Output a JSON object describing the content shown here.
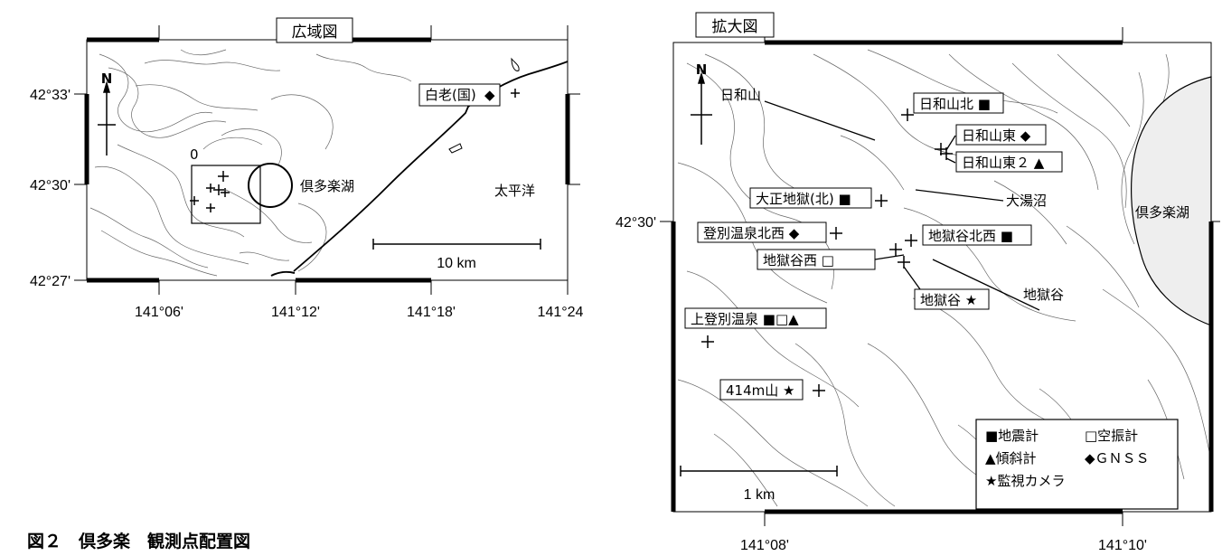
{
  "wide_map": {
    "title": "広域図",
    "lat_ticks": [
      "42°33'",
      "42°30'",
      "42°27'"
    ],
    "lon_ticks": [
      "141°06'",
      "141°12'",
      "141°18'",
      "141°24"
    ],
    "north": "N",
    "lake": "倶多楽湖",
    "ocean": "太平洋",
    "station": "白老(国)",
    "station_symbol": "◆",
    "scale": "10 km",
    "contour_marker": "0"
  },
  "zoom_map": {
    "title": "拡大図",
    "lat_tick": "42°30'",
    "lon_ticks": [
      "141°08'",
      "141°10'"
    ],
    "north": "N",
    "lake": "倶多楽湖",
    "scale": "1 km",
    "place_labels": {
      "hiyoriyama": "日和山",
      "oyunuma": "大湯沼",
      "jigokudani": "地獄谷"
    },
    "stations": [
      {
        "name": "日和山北",
        "symbols": "■"
      },
      {
        "name": "日和山東",
        "symbols": "◆"
      },
      {
        "name": "日和山東２",
        "symbols": "▲"
      },
      {
        "name": "大正地獄(北)",
        "symbols": "■"
      },
      {
        "name": "登別温泉北西",
        "symbols": "◆"
      },
      {
        "name": "地獄谷北西",
        "symbols": "■"
      },
      {
        "name": "地獄谷西",
        "symbols": "□"
      },
      {
        "name": "地獄谷",
        "symbols": "★"
      },
      {
        "name": "上登別温泉",
        "symbols": "■□▲"
      },
      {
        "name": "414m山",
        "symbols": "★"
      }
    ],
    "legend": {
      "seismometer": "■地震計",
      "infrasound": "□空振計",
      "tiltmeter": "▲傾斜計",
      "gnss": "◆ＧＮＳＳ",
      "camera": "★監視カメラ"
    }
  },
  "caption": "図２　倶多楽　観測点配置図",
  "colors": {
    "ink": "#000000",
    "contour": "#555555",
    "lake_fill": "#eeeeee"
  }
}
